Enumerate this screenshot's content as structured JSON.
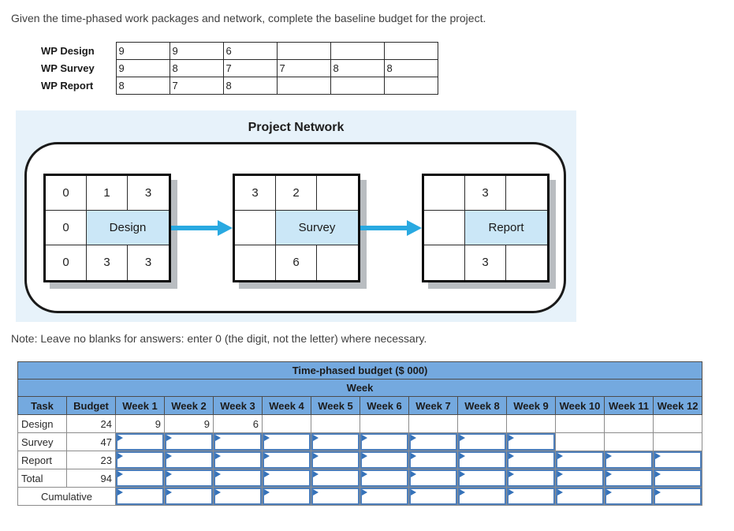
{
  "page": {
    "title": "Given the time-phased work packages and network, complete the baseline budget for the project.",
    "note": "Note: Leave no blanks for answers: enter 0 (the digit, not the letter) where necessary."
  },
  "work_packages": {
    "rows": [
      {
        "label": "WP Design",
        "values": [
          "9",
          "9",
          "6",
          "",
          "",
          ""
        ]
      },
      {
        "label": "WP Survey",
        "values": [
          "9",
          "8",
          "7",
          "7",
          "8",
          "8"
        ]
      },
      {
        "label": "WP Report",
        "values": [
          "8",
          "7",
          "8",
          "",
          "",
          ""
        ]
      }
    ]
  },
  "network": {
    "title": "Project Network",
    "arrow_color": "#29A9E1",
    "node_fill_color": "#CBE7F7",
    "panel_color": "#E7F2FA",
    "nodes": [
      {
        "name": "Design",
        "top": [
          "0",
          "1",
          "3"
        ],
        "mid_left": "0",
        "bottom": [
          "0",
          "3",
          "3"
        ]
      },
      {
        "name": "Survey",
        "top": [
          "3",
          "2",
          ""
        ],
        "mid_left": "",
        "bottom": [
          "",
          "6",
          ""
        ]
      },
      {
        "name": "Report",
        "top": [
          "",
          "3",
          ""
        ],
        "mid_left": "",
        "bottom": [
          "",
          "3",
          ""
        ]
      }
    ]
  },
  "budget_table": {
    "title": "Time-phased budget ($ 000)",
    "week_header": "Week",
    "header_color": "#74A9DF",
    "columns": [
      "Task",
      "Budget",
      "Week 1",
      "Week 2",
      "Week 3",
      "Week 4",
      "Week 5",
      "Week 6",
      "Week 7",
      "Week 8",
      "Week 9",
      "Week 10",
      "Week 11",
      "Week 12"
    ],
    "rows": {
      "design": {
        "task": "Design",
        "budget": "24",
        "weeks": [
          "9",
          "9",
          "6",
          "",
          "",
          "",
          "",
          "",
          "",
          "",
          "",
          ""
        ]
      },
      "survey": {
        "task": "Survey",
        "budget": "47"
      },
      "report": {
        "task": "Report",
        "budget": "23"
      },
      "total": {
        "task": "Total",
        "budget": "94"
      },
      "cumulative": {
        "label": "Cumulative"
      }
    }
  }
}
